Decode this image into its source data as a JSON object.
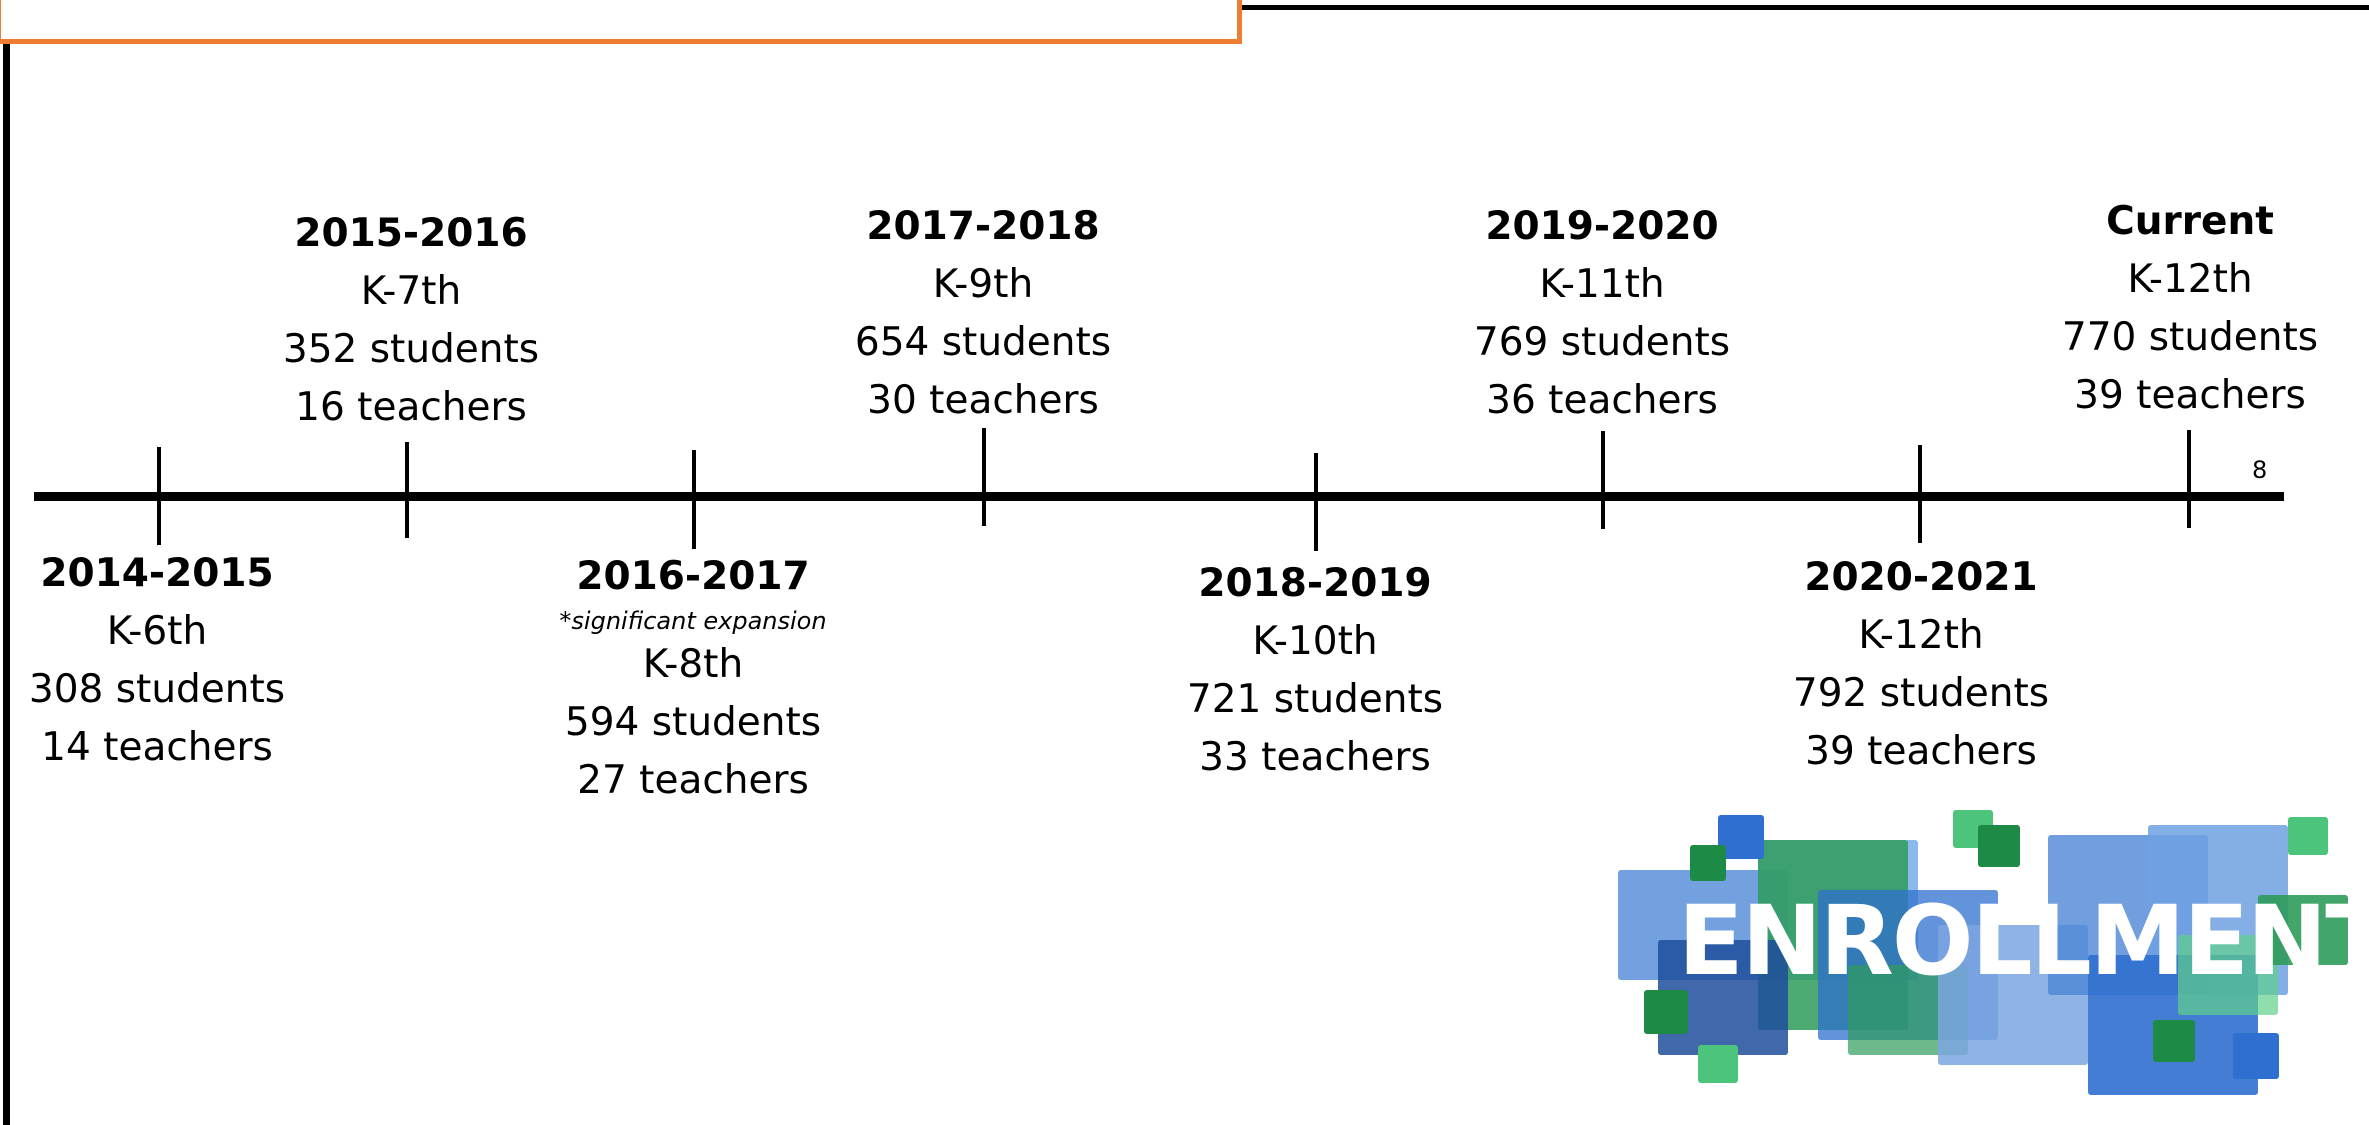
{
  "page_number": "8",
  "timeline": [
    {
      "year": "2014-2015",
      "grades": "K-6th",
      "students": "308 students",
      "teachers": "14 teachers"
    },
    {
      "year": "2015-2016",
      "grades": "K-7th",
      "students": "352 students",
      "teachers": "16 teachers"
    },
    {
      "year": "2016-2017",
      "note": "*significant expansion",
      "grades": "K-8th",
      "students": "594 students",
      "teachers": "27 teachers"
    },
    {
      "year": "2017-2018",
      "grades": "K-9th",
      "students": "654 students",
      "teachers": "30 teachers"
    },
    {
      "year": "2018-2019",
      "grades": "K-10th",
      "students": "721 students",
      "teachers": "33 teachers"
    },
    {
      "year": "2019-2020",
      "grades": "K-11th",
      "students": "769 students",
      "teachers": "36 teachers"
    },
    {
      "year": "2020-2021",
      "grades": "K-12th",
      "students": "792 students",
      "teachers": "39 teachers"
    },
    {
      "year": "Current",
      "grades": "K-12th",
      "students": "770 students",
      "teachers": "39 teachers"
    }
  ],
  "logo": {
    "text": "ENROLLMENT"
  },
  "colors": {
    "accent_orange": "#EE7D31",
    "logo_blue": "#2F6FCF",
    "logo_green": "#2E9B5A"
  }
}
